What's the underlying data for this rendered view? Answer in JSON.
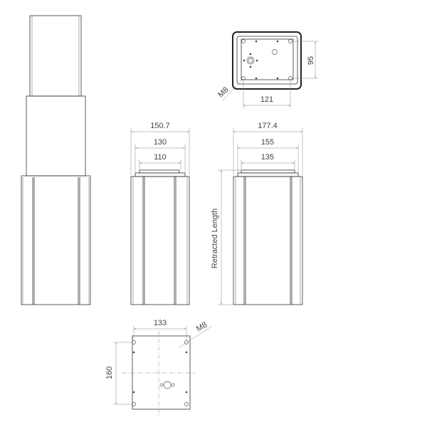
{
  "dimensions": {
    "top_view": {
      "width": "121",
      "height": "95",
      "thread": "M8"
    },
    "front_view": {
      "outer": "150.7",
      "middle": "130",
      "inner": "110"
    },
    "side_view": {
      "outer": "177.4",
      "middle": "155",
      "inner": "135",
      "length_label": "Retracted Length"
    },
    "bottom_view": {
      "width": "133",
      "height": "160",
      "thread": "M8"
    }
  }
}
